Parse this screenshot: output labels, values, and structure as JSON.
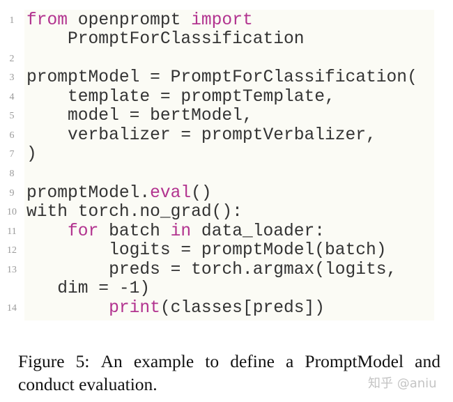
{
  "code": {
    "keyword_color": "#b2338f",
    "text_color": "#333333",
    "background": "#fbfbf5",
    "lines": [
      {
        "no": "1",
        "segments": [
          {
            "t": "from",
            "kw": true
          },
          {
            "t": " openprompt "
          },
          {
            "t": "import",
            "kw": true
          }
        ]
      },
      {
        "no": "",
        "segments": [
          {
            "t": "    PromptForClassification"
          }
        ]
      },
      {
        "no": "2",
        "segments": [
          {
            "t": ""
          }
        ]
      },
      {
        "no": "3",
        "segments": [
          {
            "t": "promptModel = PromptForClassification("
          }
        ]
      },
      {
        "no": "4",
        "segments": [
          {
            "t": "    template = promptTemplate,"
          }
        ]
      },
      {
        "no": "5",
        "segments": [
          {
            "t": "    model = bertModel,"
          }
        ]
      },
      {
        "no": "6",
        "segments": [
          {
            "t": "    verbalizer = promptVerbalizer,"
          }
        ]
      },
      {
        "no": "7",
        "segments": [
          {
            "t": ")"
          }
        ]
      },
      {
        "no": "8",
        "segments": [
          {
            "t": ""
          }
        ]
      },
      {
        "no": "9",
        "segments": [
          {
            "t": "promptModel."
          },
          {
            "t": "eval",
            "kw": true
          },
          {
            "t": "()"
          }
        ]
      },
      {
        "no": "10",
        "segments": [
          {
            "t": "with torch.no_grad():"
          }
        ]
      },
      {
        "no": "11",
        "segments": [
          {
            "t": "    "
          },
          {
            "t": "for",
            "kw": true
          },
          {
            "t": " batch "
          },
          {
            "t": "in",
            "kw": true
          },
          {
            "t": " data_loader:"
          }
        ]
      },
      {
        "no": "12",
        "segments": [
          {
            "t": "        logits = promptModel(batch)"
          }
        ]
      },
      {
        "no": "13",
        "segments": [
          {
            "t": "        preds = torch.argmax(logits,"
          }
        ]
      },
      {
        "no": "",
        "segments": [
          {
            "t": "   dim = -1)"
          }
        ]
      },
      {
        "no": "14",
        "segments": [
          {
            "t": "        "
          },
          {
            "t": "print",
            "kw": true
          },
          {
            "t": "(classes[preds])"
          }
        ]
      }
    ]
  },
  "caption": {
    "line1_words": [
      "Figure",
      "5:",
      "An",
      "example",
      "to",
      "define",
      "a",
      "PromptModel",
      "and"
    ],
    "line2": "conduct evaluation.",
    "full": "Figure 5: An example to define a PromptModel and conduct evaluation."
  },
  "watermark": {
    "text": "知乎 @aniu"
  }
}
